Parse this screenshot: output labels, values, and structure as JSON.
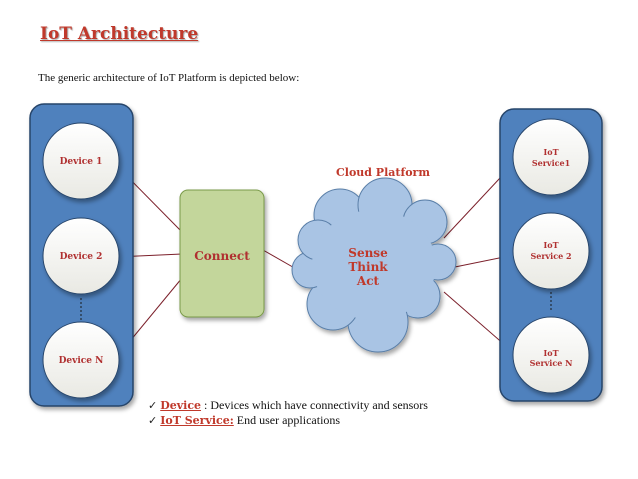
{
  "title": "IoT Architecture",
  "subtitle": "The generic architecture of IoT Platform is depicted below:",
  "devices": [
    "Device 1",
    "Device 2",
    "Device N"
  ],
  "services": [
    [
      "IoT",
      "Service1"
    ],
    [
      "IoT",
      "Service 2"
    ],
    [
      "IoT",
      "Service N"
    ]
  ],
  "connect_label": "Connect",
  "cloud_title": "Cloud Platform",
  "cloud_lines": [
    "Sense",
    "Think",
    "Act"
  ],
  "legend": [
    {
      "term": "Device",
      "sep": " : ",
      "desc": "Devices which have connectivity and sensors"
    },
    {
      "term": "IoT Service:",
      "sep": " ",
      "desc": "End user applications"
    }
  ],
  "colors": {
    "panel_blue": "#4f81bd",
    "panel_border": "#27456b",
    "circle_fill": "#f6f6f2",
    "connect_fill": "#c3d69b",
    "cloud_fill": "#a9c4e4",
    "line": "#7b1f2a",
    "accent_red": "#c0392b"
  }
}
